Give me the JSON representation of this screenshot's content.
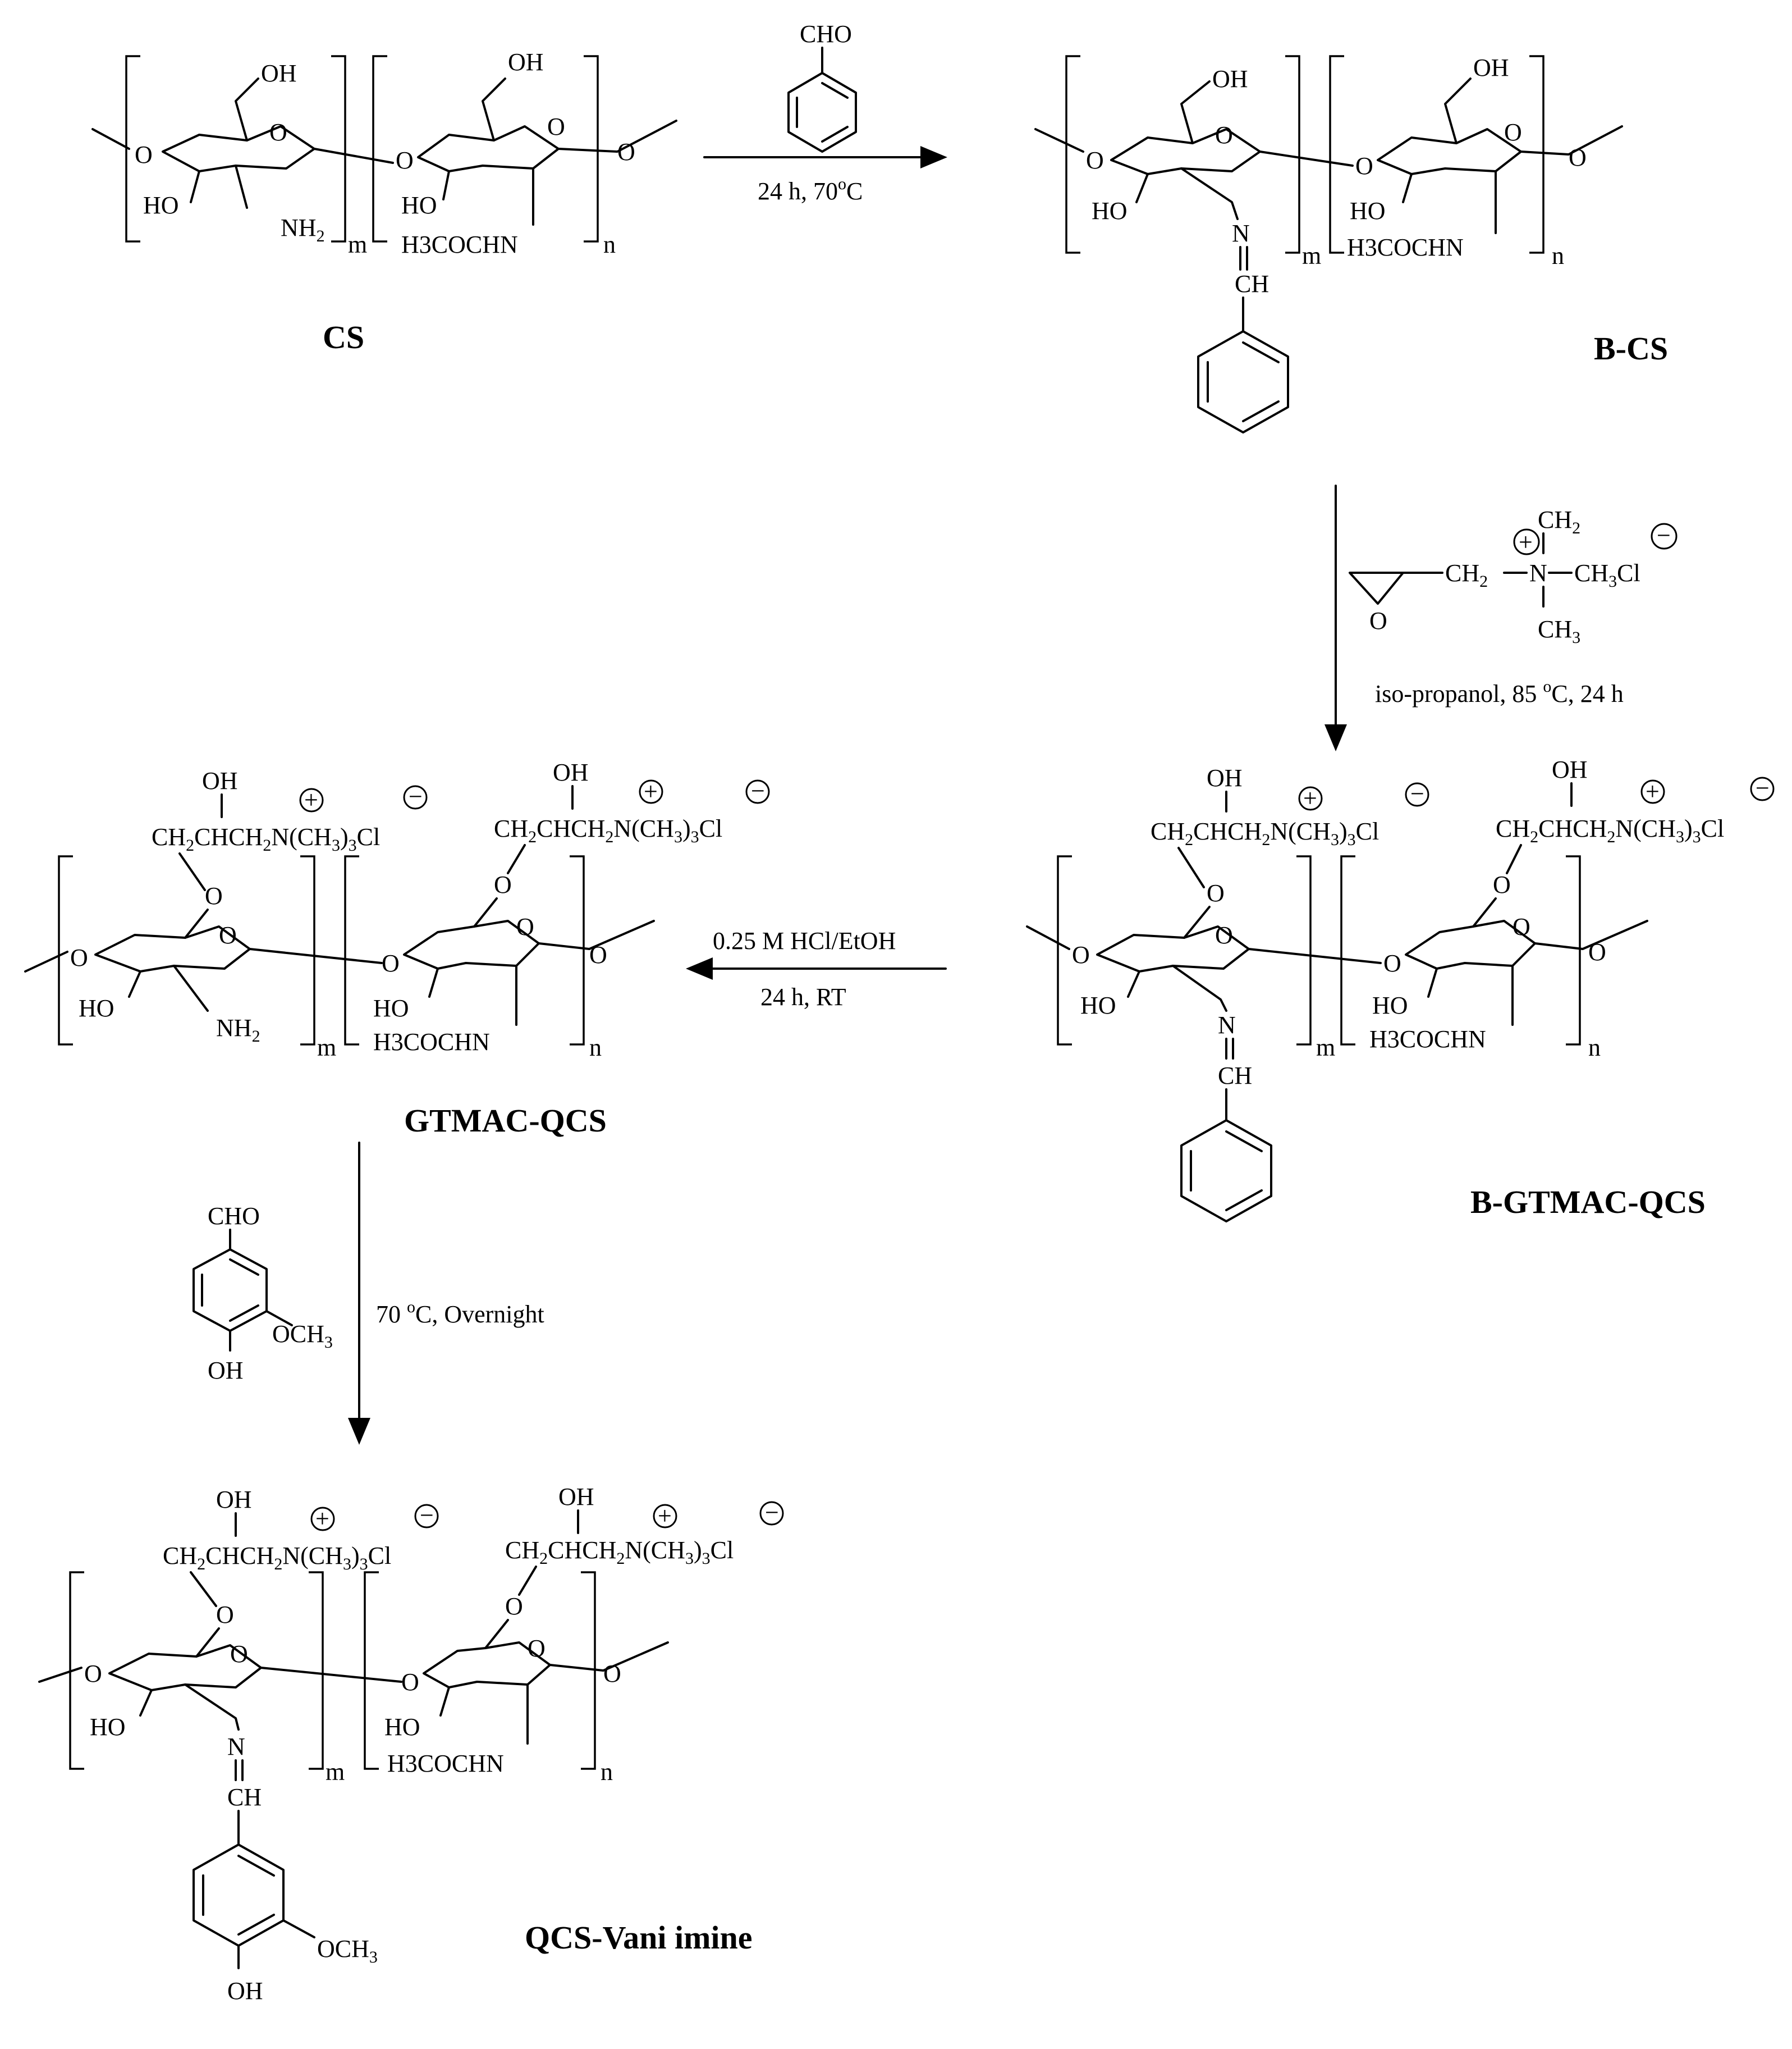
{
  "compounds": {
    "cs": {
      "title": "CS"
    },
    "b_cs": {
      "title": "B-CS"
    },
    "b_gtmac_qcs": {
      "title": "B-GTMAC-QCS"
    },
    "gtmac_qcs": {
      "title": "GTMAC-QCS"
    },
    "qcs_vani": {
      "title": "QCS-Vani imine"
    }
  },
  "reactions": {
    "step1": {
      "reagent_label": "CHO",
      "condition": "24 h, 70",
      "condition_sup": "o",
      "condition_unit": "C"
    },
    "step2": {
      "reagent": {
        "ch2_top": "CH",
        "ch2_top_sub": "2",
        "ch2": "CH",
        "ch2_sub": "2",
        "n": "N",
        "ch3cl": "CH",
        "ch3cl_sub": "3",
        "ch3cl_end": "Cl",
        "ch3": "CH",
        "ch3_sub": "3",
        "o": "O"
      },
      "condition_a": "iso-propanol, 85 ",
      "condition_sup": "o",
      "condition_b": "C, 24 h"
    },
    "step3": {
      "condition_line1": "0.25 M HCl/EtOH",
      "condition_line2": "24 h, RT"
    },
    "step4": {
      "reagent_cho": "CHO",
      "reagent_och3": "OCH",
      "reagent_och3_sub": "3",
      "reagent_oh": "OH",
      "condition_a": "70 ",
      "condition_sup": "o",
      "condition_b": "C, Overnight"
    }
  },
  "labels": {
    "oh": "OH",
    "ho": "HO",
    "o": "O",
    "nh2": "NH",
    "sub2": "2",
    "sub3": "3",
    "acetamido": "H3COCHN",
    "n_imine": "N",
    "ch_imine": "CH",
    "m": "m",
    "n": "n",
    "side_chain_a": "CH",
    "side_chain_b": "CHCH",
    "side_chain_c": "N(CH",
    "side_chain_d": ")",
    "side_chain_e": "Cl",
    "plus": "+",
    "minus": "−",
    "och3": "OCH"
  }
}
